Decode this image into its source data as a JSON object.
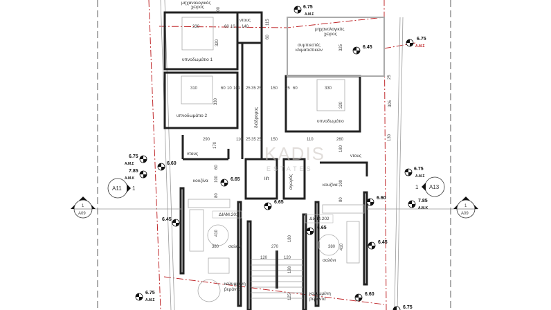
{
  "watermark": {
    "brand": "KADIS",
    "sub": "ESTATES"
  },
  "rooms": {
    "mech_left_1": "μηχανολογικός",
    "mech_left_2": "χώρος",
    "mech_right_1": "μηχανολογικός",
    "mech_right_2": "χώρος",
    "compressors_1": "συμπιεστές",
    "compressors_2": "κλιματιστικών",
    "bedroom1": "υπνοδωμάτιο 1",
    "bedroom2": "υπνοδωμάτιο 2",
    "bedroom_right": "υπνοδωμάτιο",
    "shower_top": "ντους",
    "shower_left": "ντους",
    "shower_right": "ντους",
    "corridor": "διάδρομος",
    "lift": "lift",
    "duct": "αγωγός",
    "kitchen_201": "κουζίνα",
    "kitchen_202": "κουζίνα",
    "living_201": "σαλόνι",
    "living_202": "σαλόνι",
    "veranda_201_1": "καλυμμένη",
    "veranda_201_2": "βεράντα",
    "veranda_202_1": "καλυμμένη",
    "veranda_202_2": "βεράντα"
  },
  "apartments": {
    "a201": "ΔΙΑΜ.201",
    "a202": "ΔΙΑΜ.202"
  },
  "levels": [
    {
      "value": "6.75",
      "label": "Α.Μ.Σ"
    },
    {
      "value": "6.75",
      "label": "Α.Μ.Σ"
    },
    {
      "value": "6.45"
    },
    {
      "value": "6.75",
      "label": "Α.Μ.Σ"
    },
    {
      "value": "7.85",
      "label": "Α.Μ.Κ"
    },
    {
      "value": "6.60"
    },
    {
      "value": "6.65"
    },
    {
      "value": "6.65"
    },
    {
      "value": "6.45"
    },
    {
      "value": "6.75",
      "label": "Α.Μ.Σ"
    },
    {
      "value": "6.75",
      "label": "Α.Μ.Σ"
    },
    {
      "value": "7.85",
      "label": "Α.Μ.Κ"
    },
    {
      "value": "6.60"
    },
    {
      "value": "6.65"
    },
    {
      "value": "6.45"
    },
    {
      "value": "6.60"
    },
    {
      "value": "6.75"
    }
  ],
  "sections": {
    "a11": {
      "sheet": "A11",
      "num": "1"
    },
    "a13": {
      "sheet": "A13",
      "num": "1"
    },
    "a09_left": {
      "sheet": "A09",
      "num": "1"
    },
    "a09_right": {
      "sheet": "A09",
      "num": "1"
    }
  },
  "dims": [
    "100",
    "330",
    "60",
    "10",
    "140",
    "115",
    "60",
    "320",
    "310",
    "60",
    "10",
    "101",
    "25",
    "35",
    "25",
    "150",
    "330",
    "290",
    "170",
    "110",
    "25",
    "35",
    "25",
    "150",
    "25",
    "60",
    "330",
    "325",
    "320",
    "305",
    "110",
    "260",
    "180",
    "60",
    "100",
    "80",
    "410",
    "380",
    "270",
    "120",
    "120",
    "180",
    "198",
    "125",
    "100",
    "80",
    "380",
    "410",
    "25",
    "130"
  ]
}
